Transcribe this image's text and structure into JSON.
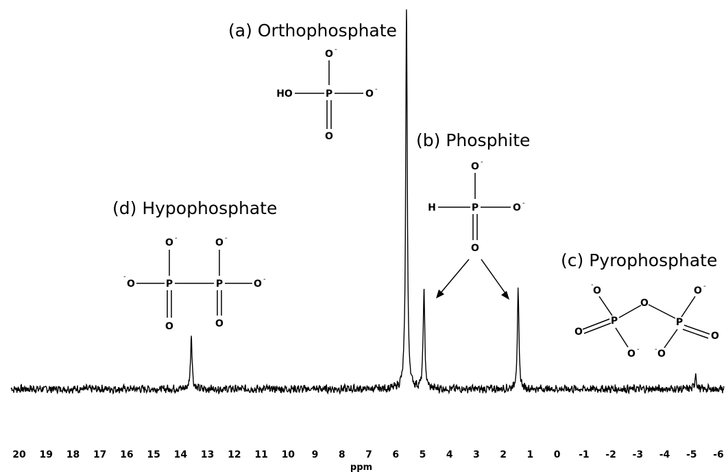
{
  "chart_data": {
    "type": "line",
    "title": "",
    "xlabel": "ppm",
    "ylabel": "",
    "xlim": [
      20.3,
      -6.2
    ],
    "x_ticks": [
      "20",
      "19",
      "18",
      "17",
      "16",
      "15",
      "14",
      "13",
      "12",
      "11",
      "10",
      "9",
      "8",
      "7",
      "6",
      "5",
      "4",
      "3",
      "2",
      "1",
      "0",
      "-1",
      "-2",
      "-3",
      "-4",
      "-5",
      "-6"
    ],
    "grid": false,
    "series": [
      {
        "peaks": [
          {
            "ppm": 5.6,
            "intensity": 1.0
          },
          {
            "ppm": 4.95,
            "intensity": 0.26
          },
          {
            "ppm": 1.45,
            "intensity": 0.26
          },
          {
            "ppm": 13.6,
            "intensity": 0.14
          },
          {
            "ppm": -5.15,
            "intensity": 0.04
          }
        ]
      }
    ],
    "annotations": [
      {
        "label": "(a) Orthophosphate"
      },
      {
        "label": "(b) Phosphite"
      },
      {
        "label": "(c) Pyrophosphate"
      },
      {
        "label": "(d) Hypophosphate"
      }
    ]
  },
  "structures": {
    "ortho": {
      "ho": "HO",
      "p": "P",
      "o": "O",
      "charge": "-"
    },
    "phosphite": {
      "h": "H",
      "p": "P",
      "o": "O",
      "charge": "-"
    },
    "hypo": {
      "p": "P",
      "o": "O",
      "charge": "-"
    },
    "pyro": {
      "p": "P",
      "o": "O",
      "charge": "-"
    }
  }
}
